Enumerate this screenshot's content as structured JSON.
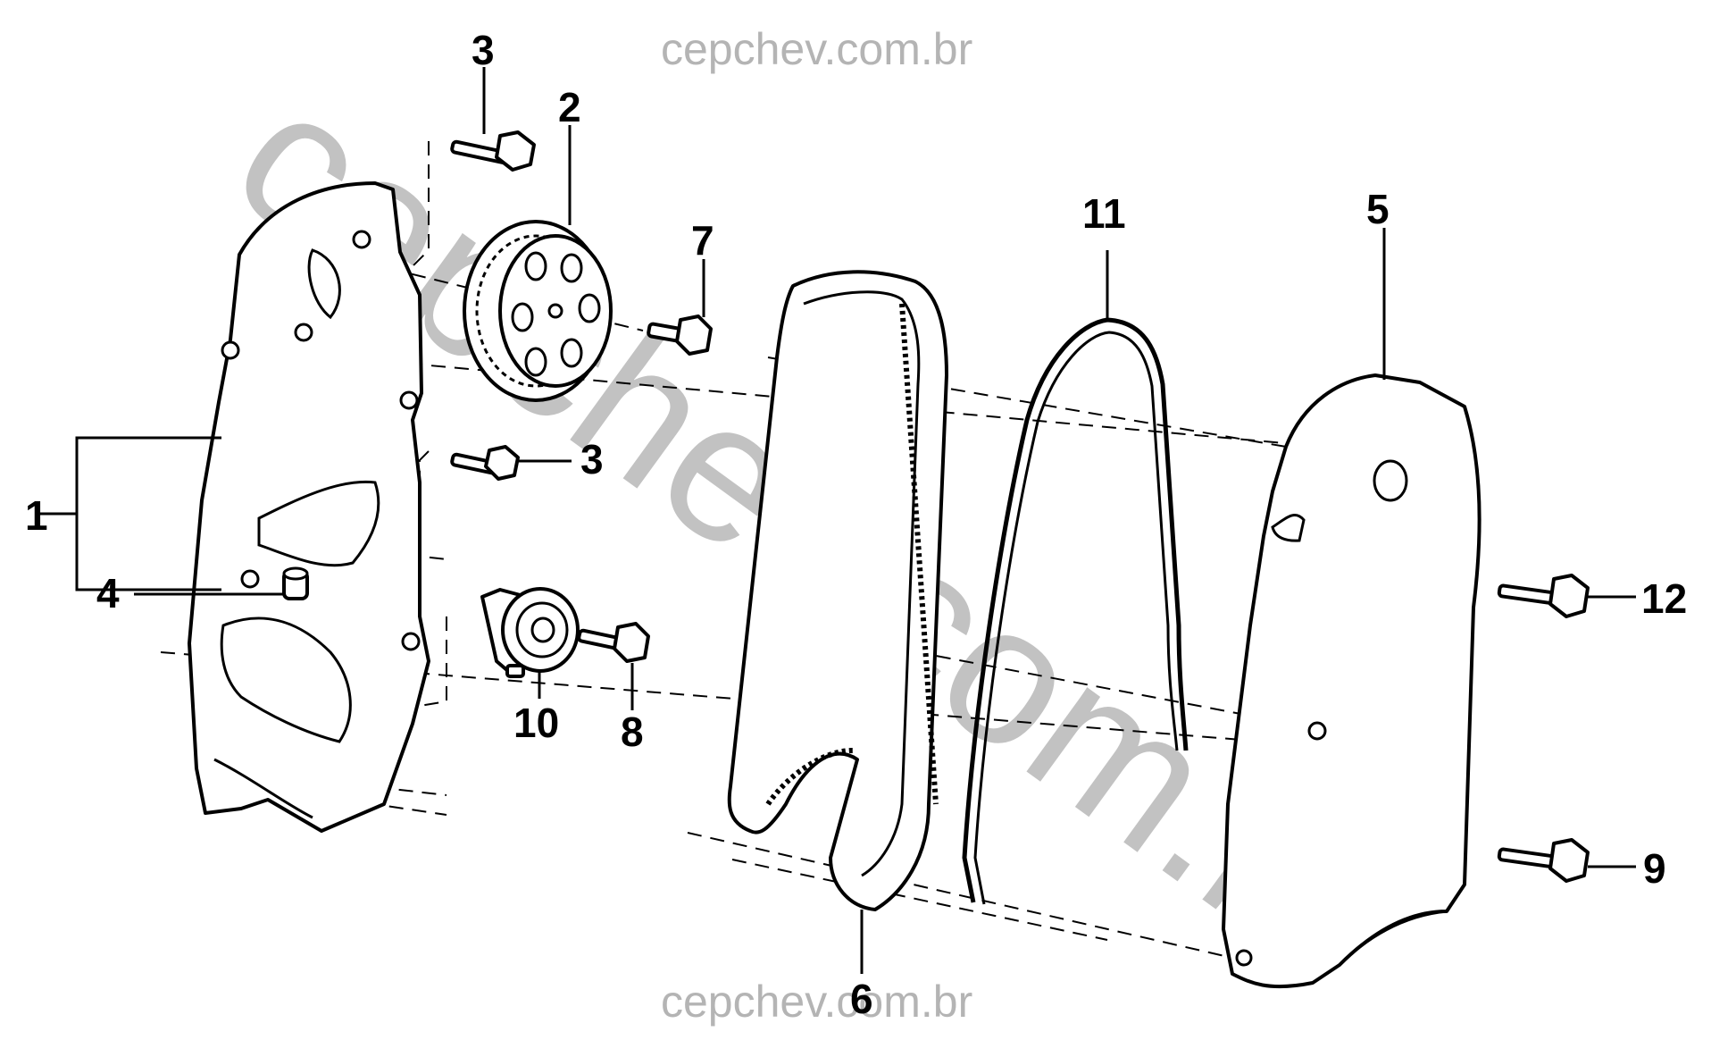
{
  "watermark": {
    "top": "cepchev.com.br",
    "diagonal": "cepchev.com.br",
    "bottom": "cepchev.com.br"
  },
  "callouts": {
    "c1": "1",
    "c2": "2",
    "c3a": "3",
    "c3b": "3",
    "c4": "4",
    "c5": "5",
    "c6": "6",
    "c7": "7",
    "c8": "8",
    "c9": "9",
    "c10": "10",
    "c11": "11",
    "c12": "12"
  }
}
